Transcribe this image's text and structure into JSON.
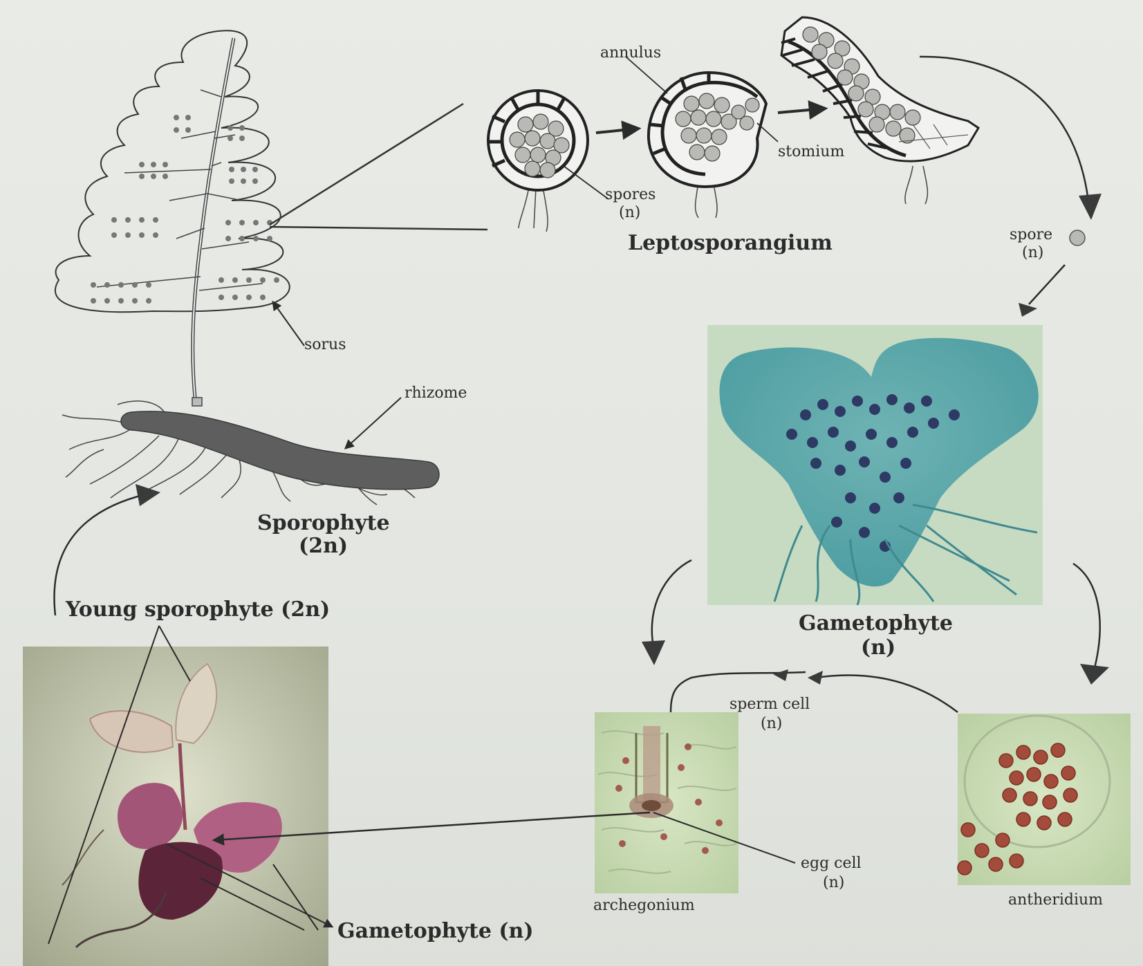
{
  "labels": {
    "annulus": "annulus",
    "spores": "spores",
    "spores_ploidy": "(n)",
    "stomium": "stomium",
    "leptosporangium": "Leptosporangium",
    "spore": "spore",
    "spore_ploidy": "(n)",
    "sorus": "sorus",
    "rhizome": "rhizome",
    "sporophyte": "Sporophyte",
    "sporophyte_ploidy": "(2n)",
    "gametophyte": "Gametophyte",
    "gametophyte_ploidy": "(n)",
    "young_sporophyte": "Young sporophyte (2n)",
    "sperm_cell": "sperm cell",
    "sperm_ploidy": "(n)",
    "egg_cell": "egg cell",
    "egg_ploidy": "(n)",
    "archegonium": "archegonium",
    "antheridium": "antheridium",
    "gametophyte_photo_label": "Gametophyte (n)"
  },
  "colors": {
    "ink": "#2b2b2b",
    "rhizome": "#5e5e5e",
    "spore_fill": "#b9bab6",
    "gametophyte_stain": "#4d9aa0",
    "photo_green": "#c9dcb6",
    "gametophyte_magenta": "#9b4a6e"
  }
}
